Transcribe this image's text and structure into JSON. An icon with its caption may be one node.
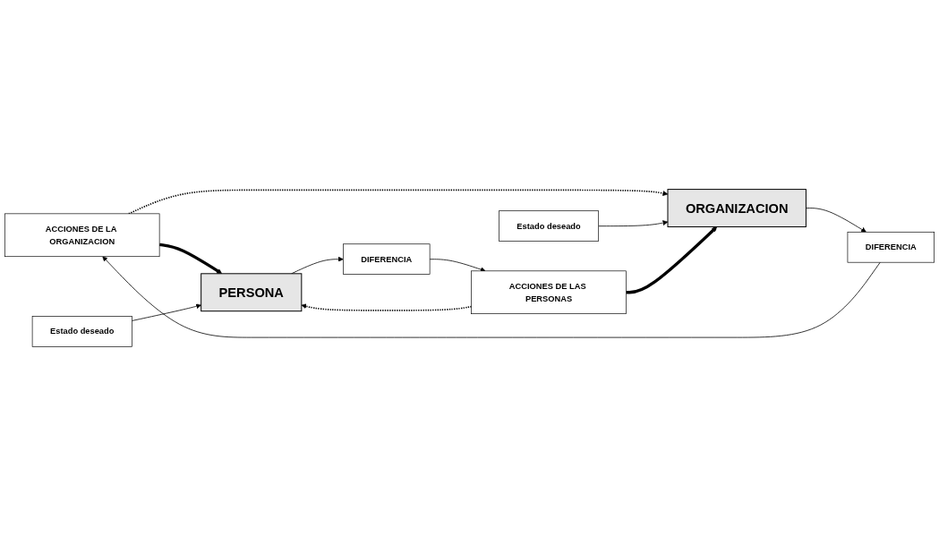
{
  "diagram": {
    "nodes": [
      {
        "text": [
          "ACCIONES DE LA ORGANIZACION"
        ]
      },
      {
        "text": [
          "DIFERENCIA"
        ]
      },
      {
        "text": [
          "Estado deseado"
        ]
      },
      {
        "text": [
          "PERSONA"
        ]
      },
      {
        "text": [
          "ORGANIZACION"
        ]
      },
      {
        "text": [
          "Estado deseado"
        ]
      },
      {
        "text": [
          "DIFERENCIA"
        ]
      },
      {
        "text": [
          "ACCIONES DE LAS PERSONAS"
        ]
      }
    ],
    "edges": [
      {
        "from": 0,
        "to": 3,
        "arrow": "to",
        "style": "thick"
      },
      {
        "from": 0,
        "to": 4,
        "arrow": "to",
        "style": "dashed"
      },
      {
        "from": 4,
        "to": 1,
        "arrow": "to"
      },
      {
        "from": 1,
        "to": 0,
        "arrow": "to"
      },
      {
        "from": 2,
        "to": 3,
        "arrow": "to"
      },
      {
        "from": 5,
        "to": 4,
        "arrow": "to"
      },
      {
        "from": 3,
        "to": 6,
        "arrow": "to"
      },
      {
        "from": 6,
        "to": 7,
        "arrow": "to"
      },
      {
        "from": 7,
        "to": 4,
        "arrow": "to",
        "style": "thick"
      },
      {
        "from": 7,
        "to": 3,
        "arrow": "to",
        "style": "dashed"
      }
    ]
  }
}
